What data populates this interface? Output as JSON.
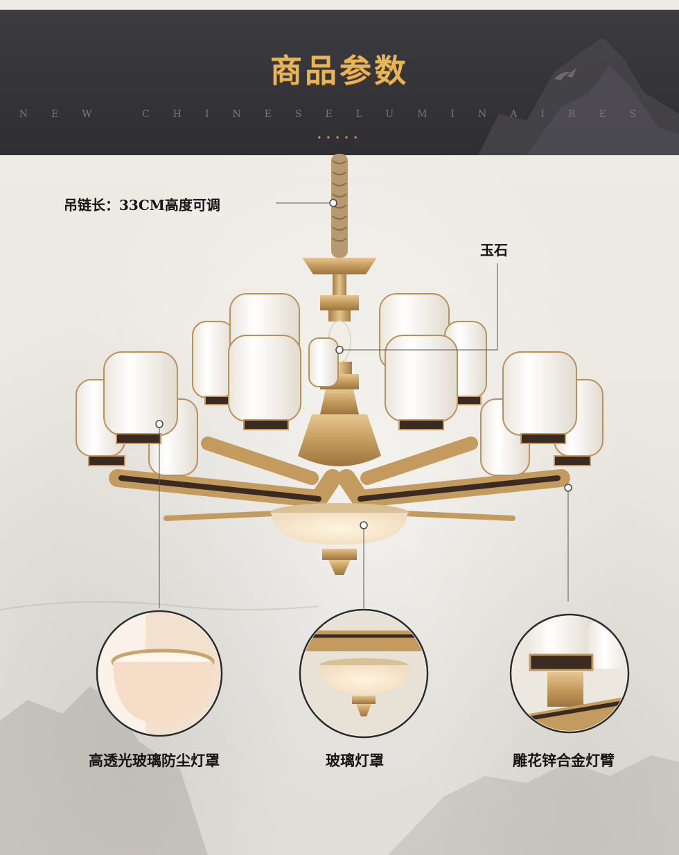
{
  "header": {
    "title": "商品参数",
    "subtitle": "NEW CHINESELUMINAIRES",
    "dots": "•••••"
  },
  "callouts": {
    "chain": "吊链长：33CM高度可调",
    "jade": "玉石",
    "circle_1": "高透光玻璃防尘灯罩",
    "circle_2": "玻璃灯罩",
    "circle_3": "雕花锌合金灯臂"
  },
  "colors": {
    "header_bg": "#3a393e",
    "title_gold": "#e7b457",
    "brass": "#c9a46c",
    "dark_bronze": "#3b2a22",
    "shade_white": "#f6f2ec"
  }
}
